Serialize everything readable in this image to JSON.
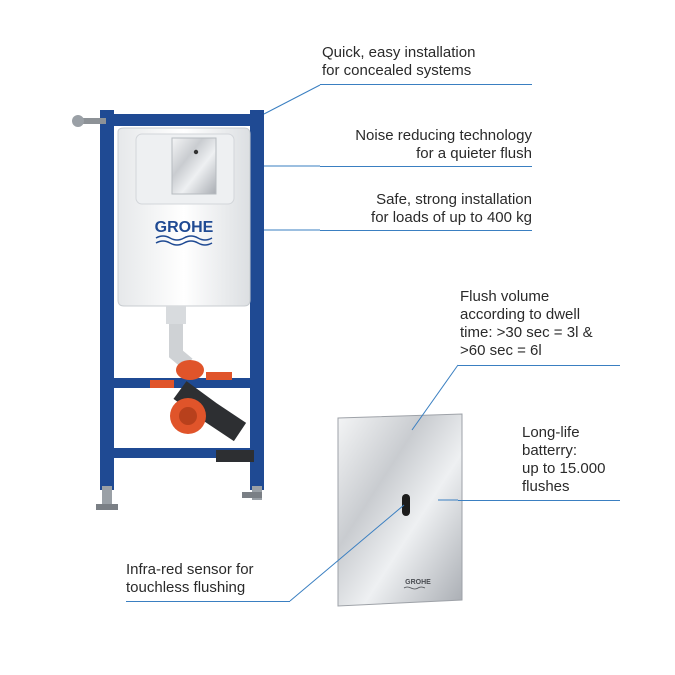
{
  "callouts": {
    "installation": "Quick, easy installation\nfor concealed systems",
    "noise": "Noise reducing technology\nfor a quieter flush",
    "strong": "Safe, strong installation\nfor loads of up to 400 kg",
    "flush_volume": "Flush volume\naccording to dwell\ntime: >30 sec = 3l &\n>60 sec = 6l",
    "battery": "Long-life\nbatterry:\nup to 15.000\nflushes",
    "sensor": "Infra-red sensor for\ntouchless flushing"
  },
  "brand": {
    "logo_text": "GROHE",
    "frame_color": "#1f4a93",
    "accent_color": "#3a7fc1",
    "pipe_color": "#e0542a"
  }
}
